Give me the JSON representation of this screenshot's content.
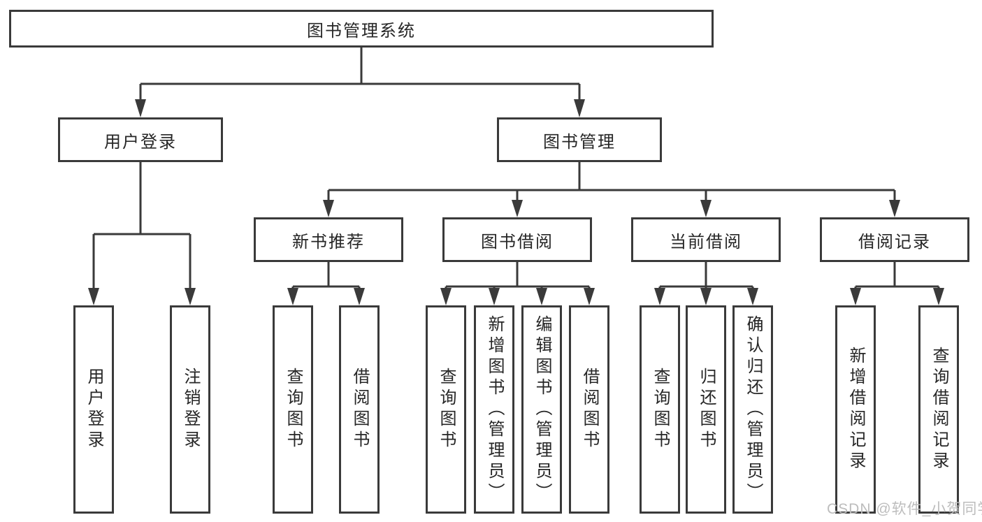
{
  "diagram": {
    "title": "图书管理系统",
    "tree": {
      "label": "图书管理系统",
      "children": [
        {
          "label": "用户登录",
          "children": [
            {
              "label": "用户登录"
            },
            {
              "label": "注销登录"
            }
          ]
        },
        {
          "label": "图书管理",
          "children": [
            {
              "label": "新书推荐",
              "children": [
                {
                  "label": "查询图书"
                },
                {
                  "label": "借阅图书"
                }
              ]
            },
            {
              "label": "图书借阅",
              "children": [
                {
                  "label": "查询图书"
                },
                {
                  "label": "新增图书（管理员）"
                },
                {
                  "label": "编辑图书（管理员）"
                },
                {
                  "label": "借阅图书"
                }
              ]
            },
            {
              "label": "当前借阅",
              "children": [
                {
                  "label": "查询图书"
                },
                {
                  "label": "归还图书"
                },
                {
                  "label": "确认归还（管理员）"
                }
              ]
            },
            {
              "label": "借阅记录",
              "children": [
                {
                  "label": "新增借阅记录"
                },
                {
                  "label": "查询借阅记录"
                }
              ]
            }
          ]
        }
      ]
    }
  },
  "watermark": {
    "text": "CSDN @软件_小贺同学"
  },
  "colors": {
    "line": "#3a3a3a",
    "box_border": "#3a3a3a",
    "box_fill": "#ffffff",
    "text": "#262626",
    "watermark": "#bdbdbd",
    "background": "#ffffff"
  }
}
